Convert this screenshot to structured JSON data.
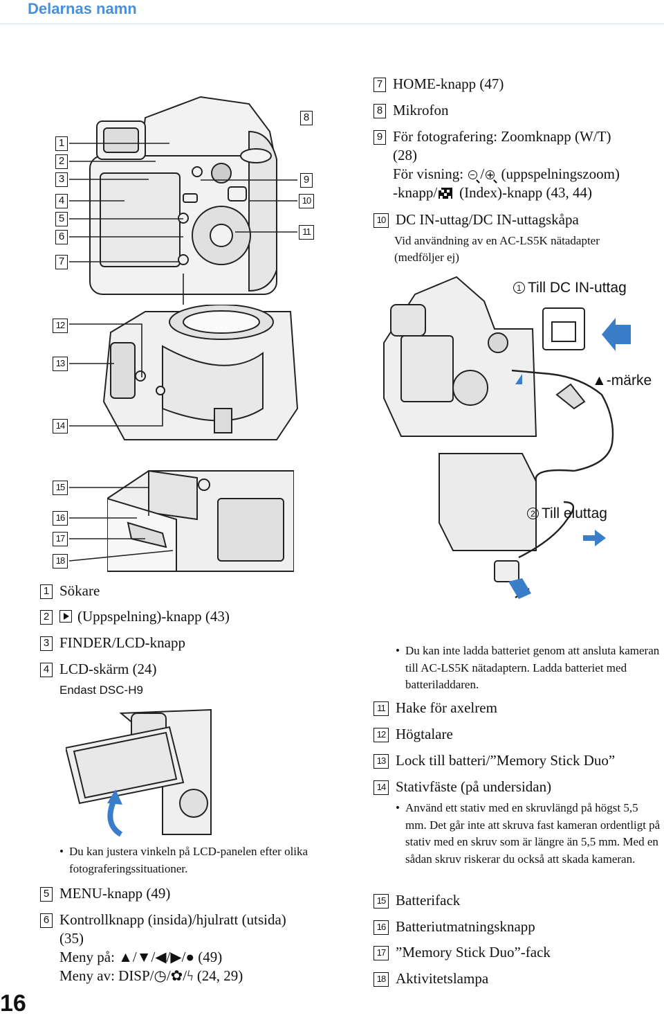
{
  "header": {
    "title": "Delarnas namn"
  },
  "page_number": "16",
  "figure_callouts": [
    "1",
    "2",
    "3",
    "4",
    "5",
    "6",
    "7",
    "8",
    "9",
    "10",
    "11",
    "12",
    "13",
    "14",
    "15",
    "16",
    "17",
    "18"
  ],
  "left_items": {
    "i1": {
      "num": "1",
      "text": "Sökare"
    },
    "i2": {
      "num": "2",
      "text": "(Uppspelning)-knapp (43)"
    },
    "i3": {
      "num": "3",
      "text": "FINDER/LCD-knapp"
    },
    "i4": {
      "num": "4",
      "text": "LCD-skärm (24)"
    },
    "i4_note": "Endast DSC-H9",
    "i4_bullet": "Du kan justera vinkeln på LCD-panelen efter olika fotograferingssituationer.",
    "i5": {
      "num": "5",
      "text": "MENU-knapp (49)"
    },
    "i6": {
      "num": "6",
      "line1": "Kontrollknapp (insida)/hjulratt (utsida)",
      "line2": "(35)",
      "line3": "Meny på: ▲/▼/◀/▶/● (49)",
      "line4": "Meny av: DISP/◷/✿/ϟ (24, 29)"
    }
  },
  "right_items": {
    "i7": {
      "num": "7",
      "text": "HOME-knapp (47)"
    },
    "i8": {
      "num": "8",
      "text": "Mikrofon"
    },
    "i9": {
      "num": "9",
      "line1": "För fotografering: Zoomknapp (W/T)",
      "line2": "(28)",
      "line3a": "För visning:",
      "line3b": "(uppspelningszoom)",
      "line4a": "-knapp/",
      "line4b": "(Index)-knapp (43, 44)"
    },
    "i10": {
      "num": "10",
      "text": "DC IN-uttag/DC IN-uttagskåpa",
      "sub1": "Vid användning av en AC-LS5K nätadapter",
      "sub2": "(medföljer ej)"
    },
    "fig_labels": {
      "dc_in": "Till DC IN-uttag",
      "dc_in_num": "1",
      "mark": "▲-märke",
      "outlet": "Till eluttag",
      "outlet_num": "2"
    },
    "i10_bullet": "Du kan inte ladda batteriet genom att ansluta kameran till AC-LS5K nätadaptern. Ladda batteriet med batteriladdaren.",
    "i11": {
      "num": "11",
      "text": "Hake för axelrem"
    },
    "i12": {
      "num": "12",
      "text": "Högtalare"
    },
    "i13": {
      "num": "13",
      "text": "Lock till batteri/”Memory Stick Duo”"
    },
    "i14": {
      "num": "14",
      "text": "Stativfäste (på undersidan)"
    },
    "i14_bullet": "Använd ett stativ med en skruvlängd på högst 5,5 mm. Det går inte att skruva fast kameran ordentligt på stativ med en skruv som är längre än 5,5 mm. Med en sådan skruv riskerar du också att skada kameran.",
    "i15": {
      "num": "15",
      "text": "Batterifack"
    },
    "i16": {
      "num": "16",
      "text": "Batteriutmatningsknapp"
    },
    "i17": {
      "num": "17",
      "text": "”Memory Stick Duo”-fack"
    },
    "i18": {
      "num": "18",
      "text": "Aktivitetslampa"
    }
  }
}
